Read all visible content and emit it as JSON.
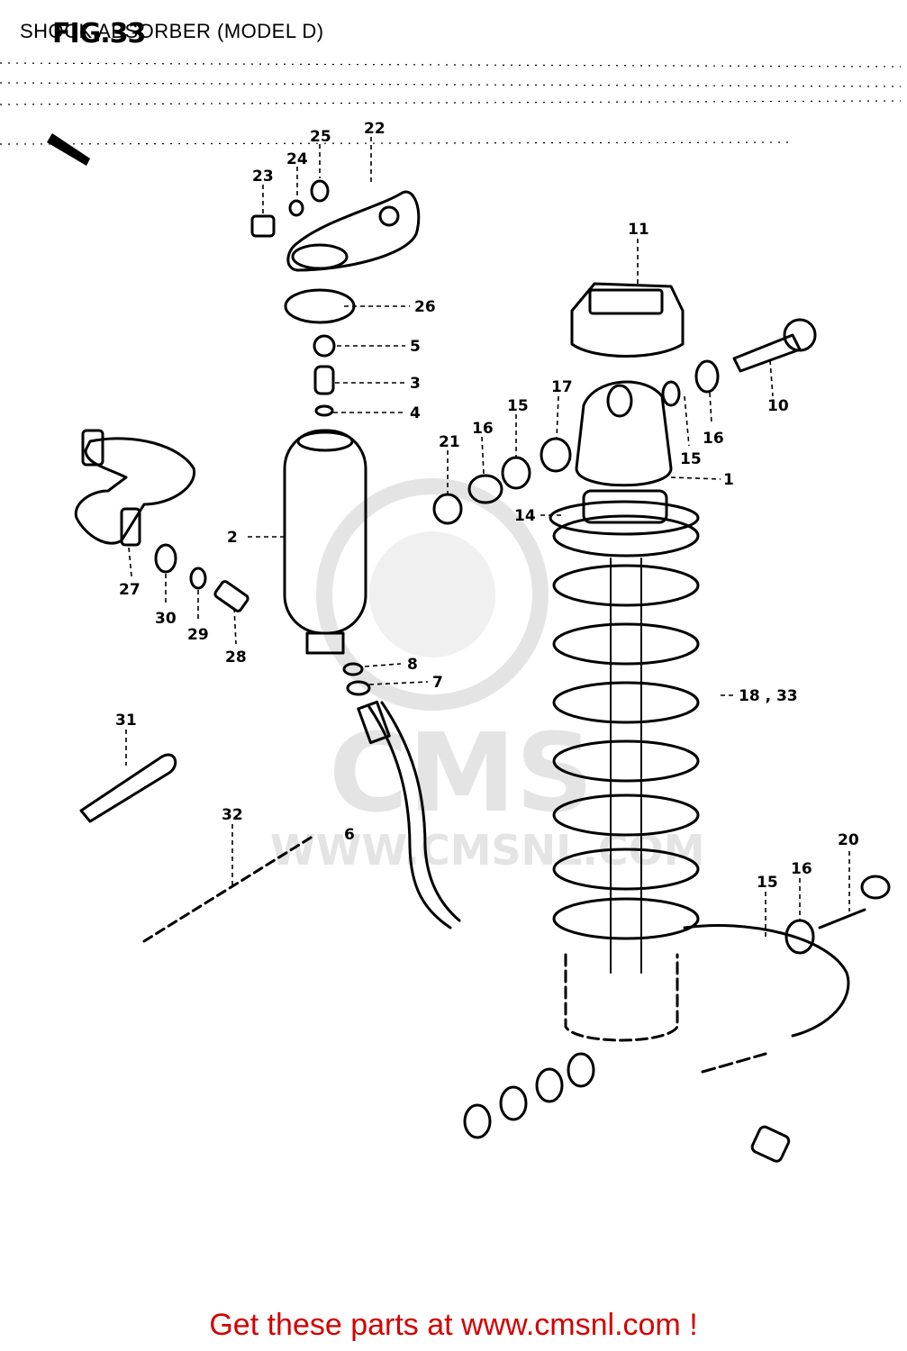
{
  "header": {
    "title": "SHOCK ABSORBER (MODEL D)",
    "fig_label": "FIG.33"
  },
  "watermark": {
    "brand": "CMS",
    "url": "WWW.CMSNL.COM"
  },
  "callouts": {
    "c1": "1",
    "c2": "2",
    "c3": "3",
    "c4": "4",
    "c5": "5",
    "c6": "6",
    "c7": "7",
    "c8": "8",
    "c10": "10",
    "c11": "11",
    "c14": "14",
    "c15a": "15",
    "c15b": "15",
    "c15c": "15",
    "c16a": "16",
    "c16b": "16",
    "c16c": "16",
    "c17": "17",
    "c18_33": "18 , 33",
    "c20": "20",
    "c21": "21",
    "c22": "22",
    "c23": "23",
    "c24": "24",
    "c25": "25",
    "c26": "26",
    "c27": "27",
    "c28": "28",
    "c29": "29",
    "c30": "30",
    "c31": "31",
    "c32": "32"
  },
  "footer": {
    "link_text": "Get these parts at www.cmsnl.com !",
    "color": "#d40000"
  }
}
